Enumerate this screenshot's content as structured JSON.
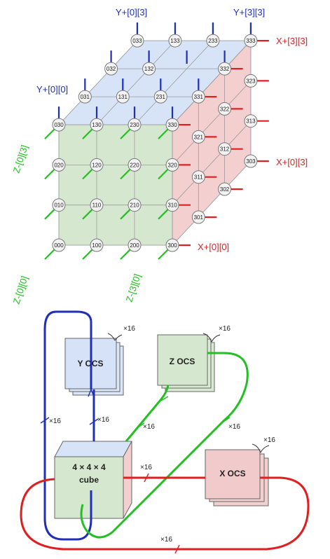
{
  "colors": {
    "x": "#e02020",
    "y": "#1f2fb8",
    "z": "#22c022",
    "top_face": "#d7e4f8",
    "front_face": "#d5e8cf",
    "side_face": "#f3cfd0"
  },
  "labels": {
    "y_000": "Y+[0][0]",
    "y_003": "Y+[0][3]",
    "y_303": "Y+[3][3]",
    "x_333": "X+[3][3]",
    "x_303": "X+[0][3]",
    "x_300": "X+[0][0]",
    "z_003": "Z-[0][3]",
    "z_000": "Z-[0][0]",
    "z_300": "Z-[3][0]"
  },
  "ocs": {
    "y": "Y OCS",
    "z": "Z OCS",
    "x": "X OCS",
    "cube_line1": "4 × 4 × 4",
    "cube_line2": "cube"
  },
  "multiplier": "×16",
  "nodes": [
    "000",
    "100",
    "200",
    "300",
    "010",
    "110",
    "210",
    "310",
    "020",
    "120",
    "220",
    "320",
    "030",
    "130",
    "230",
    "330",
    "301",
    "302",
    "303",
    "311",
    "312",
    "313",
    "321",
    "322",
    "323",
    "331",
    "332",
    "333",
    "031",
    "131",
    "231",
    "032",
    "132",
    "033",
    "133",
    "233"
  ]
}
